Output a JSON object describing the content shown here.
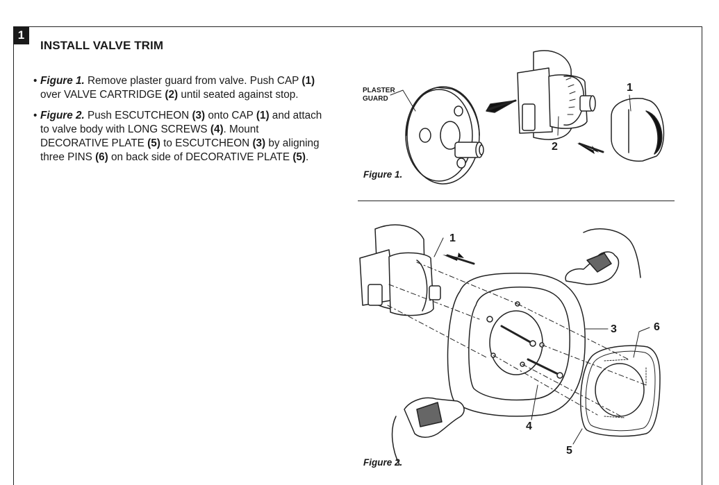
{
  "step": {
    "number": "1",
    "title": "INSTALL VALVE TRIM"
  },
  "instructions": [
    {
      "fig": "Figure 1.",
      "parts": [
        " Remove plaster guard from valve. Push CAP ",
        "(1)",
        " over VALVE CARTRIDGE ",
        "(2)",
        " until seated against stop."
      ]
    },
    {
      "fig": "Figure 2.",
      "parts": [
        " Push ESCUTCHEON ",
        "(3)",
        " onto CAP ",
        "(1)",
        " and attach to valve body with LONG SCREWS ",
        "(4)",
        ". Mount DECORATIVE PLATE ",
        "(5)",
        " to ESCUTCHEON ",
        "(3)",
        " by aligning three PINS ",
        "(6)",
        " on back side of DECORATIVE PLATE ",
        "(5)",
        "."
      ]
    }
  ],
  "figure1": {
    "caption": "Figure 1.",
    "plaster_label_line1": "PLASTER",
    "plaster_label_line2": "GUARD",
    "callouts": [
      "1",
      "2"
    ]
  },
  "figure2": {
    "caption": "Figure 2.",
    "callouts": [
      "1",
      "3",
      "4",
      "5",
      "6"
    ]
  }
}
